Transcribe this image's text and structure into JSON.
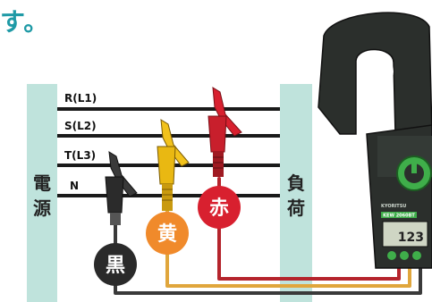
{
  "heading": "す。",
  "source": {
    "label_top": "電",
    "label_bottom": "源"
  },
  "load": {
    "label_top": "負",
    "label_bottom": "荷"
  },
  "lines": [
    {
      "id": "r",
      "label": "R(L1)"
    },
    {
      "id": "s",
      "label": "S(L2)"
    },
    {
      "id": "t",
      "label": "T(L3)"
    },
    {
      "id": "n",
      "label": "N"
    }
  ],
  "clips": {
    "black": {
      "badge": "黒",
      "color": "#2a2a2a"
    },
    "yellow": {
      "badge": "黄",
      "color": "#f08a2b"
    },
    "red": {
      "badge": "赤",
      "color": "#d8202f"
    }
  },
  "meter": {
    "brand": "KYORITSU",
    "model": "KEW 2060BT",
    "display": "123"
  },
  "colors": {
    "accent": "#1f9aa6",
    "panel": "#bfe3dc",
    "wire": "#1a1a1a",
    "lead_red": "#b5242c",
    "lead_yellow": "#e0a63c",
    "lead_black": "#3a3a3a",
    "meter_body": "#2b2f2c",
    "meter_green": "#3fae4a"
  }
}
